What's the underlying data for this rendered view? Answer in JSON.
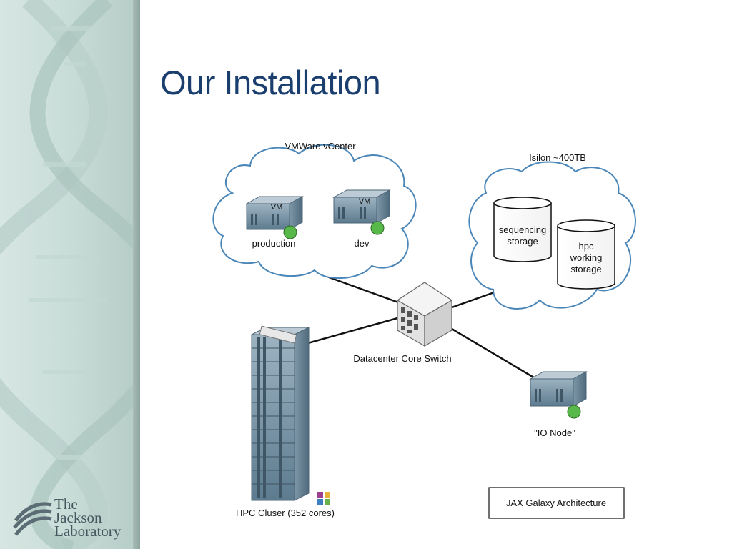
{
  "slide": {
    "title": "Our Installation"
  },
  "diagram": {
    "vcenter": {
      "label": "VMWare vCenter",
      "vms": [
        {
          "badge": "VM",
          "label": "production"
        },
        {
          "badge": "VM",
          "label": "dev"
        }
      ]
    },
    "isilon": {
      "label": "Isilon ~400TB",
      "storage": [
        {
          "lines": [
            "sequencing",
            "storage"
          ]
        },
        {
          "lines": [
            "hpc",
            "working",
            "storage"
          ]
        }
      ]
    },
    "switch": {
      "label": "Datacenter Core Switch"
    },
    "io_node": {
      "label": "\"IO Node\""
    },
    "hpc": {
      "label": "HPC Cluser (352 cores)"
    },
    "caption": "JAX Galaxy Architecture"
  },
  "logo": {
    "lines": [
      "The",
      "Jackson",
      "Laboratory"
    ]
  },
  "colors": {
    "title": "#1a3f6f",
    "cloud_stroke": "#4a86b8",
    "server_body": "#6f8fa3"
  },
  "icons": {
    "server": "server-icon",
    "storage": "database-cylinder-icon",
    "switch": "network-switch-icon",
    "cloud": "cloud-shape",
    "os": "centos-logo-icon",
    "status": "green-status-icon"
  }
}
